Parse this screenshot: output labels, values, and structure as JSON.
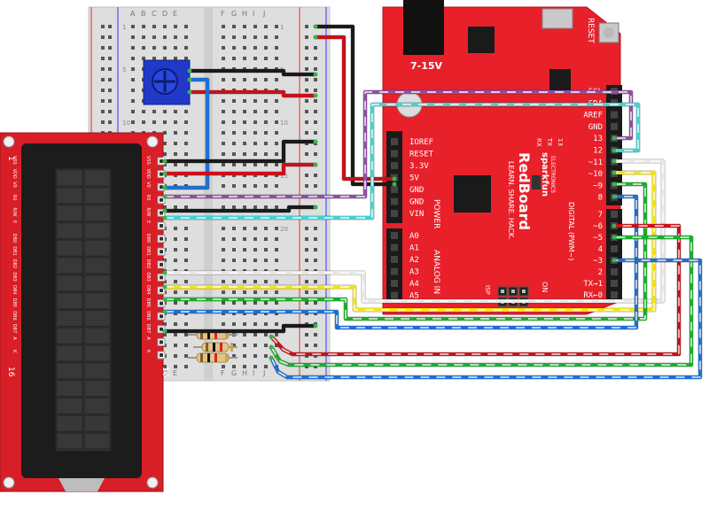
{
  "breadboard": {
    "column_letters_left": [
      "A",
      "B",
      "C",
      "D",
      "E"
    ],
    "column_letters_right": [
      "F",
      "G",
      "H",
      "I",
      "J"
    ],
    "row_numbers": [
      "1",
      "5",
      "10",
      "15",
      "20"
    ]
  },
  "lcd": {
    "pin_start": "1",
    "pin_end": "16",
    "pin_labels": [
      "VSS",
      "VDD",
      "V0",
      "RS",
      "R/W",
      "E",
      "DB0",
      "DB1",
      "DB2",
      "DB3",
      "DB4",
      "DB5",
      "DB6",
      "DB7",
      "A",
      "K"
    ]
  },
  "board": {
    "brand": "sparkfun",
    "subbrand": "ELECTRONICS",
    "name": "RedBoard",
    "tagline": "LEARN. SHARE. HACK.",
    "voltage": "7-15V",
    "reset": "RESET",
    "power_header": "POWER",
    "power_pins": [
      "IOREF",
      "RESET",
      "3.3V",
      "5V",
      "GND",
      "GND",
      "VIN"
    ],
    "analog_header": "ANALOG IN",
    "analog_pins": [
      "A0",
      "A1",
      "A2",
      "A3",
      "A4",
      "A5"
    ],
    "digital_header": "DIGITAL (PWM~)",
    "digital_top": [
      "SCL",
      "SDA",
      "AREF",
      "GND",
      "13",
      "12",
      "~11",
      "~10",
      "~9",
      "8"
    ],
    "digital_bottom": [
      "7",
      "~6",
      "~5",
      "4",
      "~3",
      "2",
      "TX→1",
      "RX←0"
    ],
    "led_labels": [
      "RX",
      "TX",
      "13"
    ],
    "on_label": "ON",
    "isp_label": "ISP"
  },
  "colors": {
    "board_red": "#e8202a",
    "lcd_red": "#d81e26",
    "wire_black": "#1a1a1a",
    "wire_red": "#c8101a",
    "wire_blue": "#1e6fd0",
    "wire_purple": "#8e4fa3",
    "wire_cyan": "#3fd3d3",
    "wire_yellow": "#f2e30f",
    "wire_green": "#1faa2e",
    "wire_white": "#e6e6e6"
  }
}
